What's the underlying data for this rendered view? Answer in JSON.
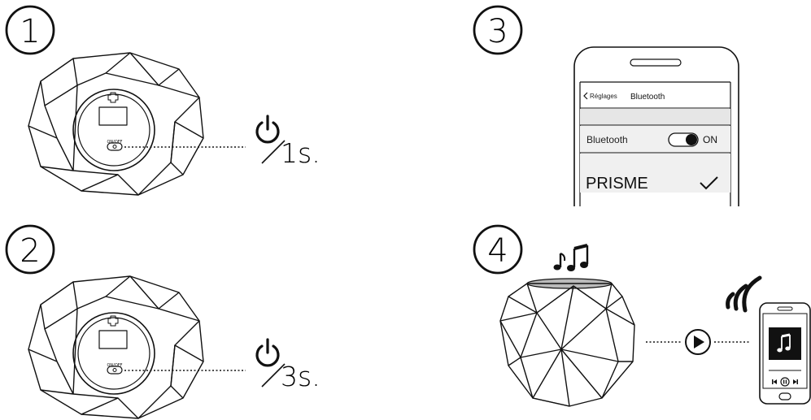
{
  "steps": [
    {
      "number": "1",
      "duration": "1s."
    },
    {
      "number": "2",
      "duration": "3s."
    },
    {
      "number": "3"
    },
    {
      "number": "4"
    }
  ],
  "speaker_button_label": "ON/OFF",
  "phone_settings": {
    "back_label": "Réglages",
    "title": "Bluetooth",
    "bluetooth_label": "Bluetooth",
    "toggle_state": "ON",
    "device_name": "PRISME"
  },
  "icons": [
    "power-icon",
    "music-notes-icon",
    "wireless-icon",
    "play-icon",
    "music-note-icon",
    "checkmark-icon",
    "back-chevron-icon"
  ]
}
